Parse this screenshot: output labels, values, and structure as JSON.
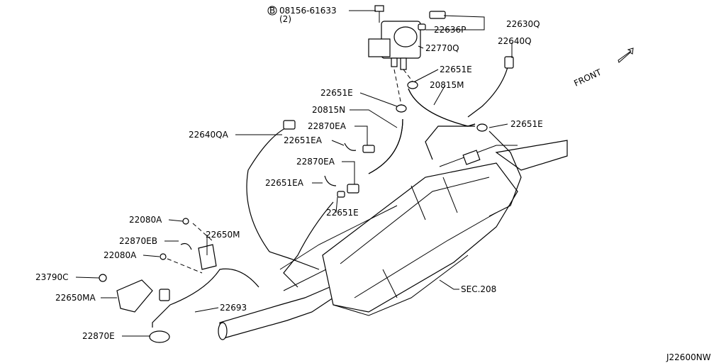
{
  "labels": {
    "bolt_08156": "08156-61633",
    "bolt_qty": "(2)",
    "bolt_prefix": "B",
    "p22630Q": "22630Q",
    "p22636P": "22636P",
    "p22770Q": "22770Q",
    "p22640Q": "22640Q",
    "p22651E_a": "22651E",
    "p20815M": "20815M",
    "p22651E_b": "22651E",
    "p20815N": "20815N",
    "p22870EA_a": "22870EA",
    "p22640QA": "22640QA",
    "p22651EA_a": "22651EA",
    "p22651E_c": "22651E",
    "p22870EA_b": "22870EA",
    "p22651EA_b": "22651EA",
    "p22651E_d": "22651E",
    "p22080A_a": "22080A",
    "p22870EB": "22870EB",
    "p22650M": "22650M",
    "p22080A_b": "22080A",
    "p23790C": "23790C",
    "p22650MA": "22650MA",
    "p22693": "22693",
    "p22870E": "22870E",
    "sec208": "SEC.208",
    "front": "FRONT",
    "diagram_id": "J22600NW"
  }
}
